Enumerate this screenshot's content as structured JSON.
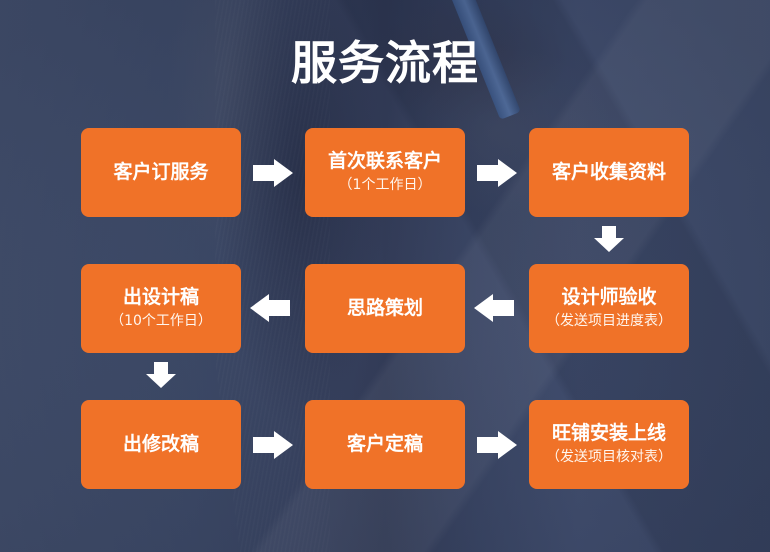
{
  "title": "服务流程",
  "colors": {
    "step_background": "#f07228",
    "text": "#ffffff",
    "arrow": "#ffffff",
    "page_background": "#3f4c6a"
  },
  "steps": [
    {
      "order": 1,
      "label": "客户订服务",
      "note": ""
    },
    {
      "order": 2,
      "label": "首次联系客户",
      "note": "（1个工作日）"
    },
    {
      "order": 3,
      "label": "客户收集资料",
      "note": ""
    },
    {
      "order": 4,
      "label": "设计师验收",
      "note": "（发送项目进度表）"
    },
    {
      "order": 5,
      "label": "思路策划",
      "note": ""
    },
    {
      "order": 6,
      "label": "出设计稿",
      "note": "（10个工作日）"
    },
    {
      "order": 7,
      "label": "出修改稿",
      "note": ""
    },
    {
      "order": 8,
      "label": "客户定稿",
      "note": ""
    },
    {
      "order": 9,
      "label": "旺铺安装上线",
      "note": "（发送项目核对表）"
    }
  ],
  "arrows": [
    {
      "from": 1,
      "to": 2,
      "direction": "right",
      "icon": "arrow-right-icon"
    },
    {
      "from": 2,
      "to": 3,
      "direction": "right",
      "icon": "arrow-right-icon"
    },
    {
      "from": 3,
      "to": 4,
      "direction": "down",
      "icon": "arrow-down-icon"
    },
    {
      "from": 4,
      "to": 5,
      "direction": "left",
      "icon": "arrow-left-icon"
    },
    {
      "from": 5,
      "to": 6,
      "direction": "left",
      "icon": "arrow-left-icon"
    },
    {
      "from": 6,
      "to": 7,
      "direction": "down",
      "icon": "arrow-down-icon"
    },
    {
      "from": 7,
      "to": 8,
      "direction": "right",
      "icon": "arrow-right-icon"
    },
    {
      "from": 8,
      "to": 9,
      "direction": "right",
      "icon": "arrow-right-icon"
    }
  ]
}
